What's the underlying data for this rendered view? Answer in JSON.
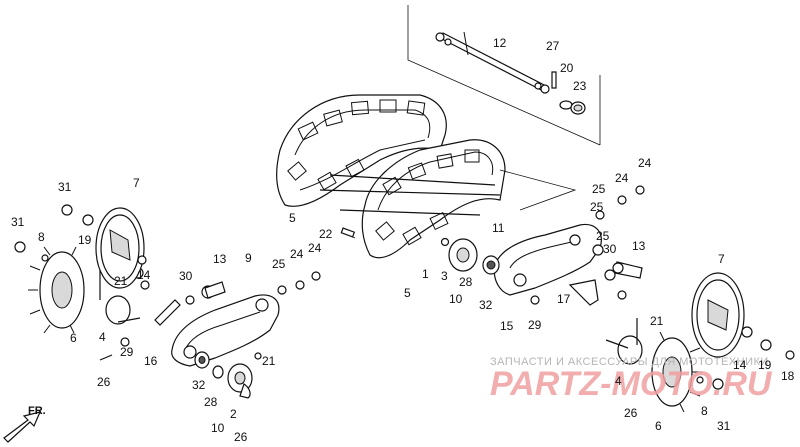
{
  "watermark": {
    "text": "ЗАПЧАСТИ И АКСЕССУАРЫ ДЛЯ МОТОТЕХНИКИ",
    "logo": "PARTZ-MOTO.RU"
  },
  "direction_label": "FR.",
  "callouts": [
    {
      "id": "c12",
      "text": "12"
    },
    {
      "id": "c27",
      "text": "27"
    },
    {
      "id": "c20",
      "text": "20"
    },
    {
      "id": "c23",
      "text": "23"
    },
    {
      "id": "c24a",
      "text": "24"
    },
    {
      "id": "c24b",
      "text": "24"
    },
    {
      "id": "c25a",
      "text": "25"
    },
    {
      "id": "c22",
      "text": "22"
    },
    {
      "id": "c11",
      "text": "11"
    },
    {
      "id": "c5a",
      "text": "5"
    },
    {
      "id": "c5b",
      "text": "5"
    },
    {
      "id": "c1",
      "text": "1"
    },
    {
      "id": "c3",
      "text": "3"
    },
    {
      "id": "c10a",
      "text": "10"
    },
    {
      "id": "c28a",
      "text": "28"
    },
    {
      "id": "c32a",
      "text": "32"
    },
    {
      "id": "c15",
      "text": "15"
    },
    {
      "id": "c29a",
      "text": "29"
    },
    {
      "id": "c17",
      "text": "17"
    },
    {
      "id": "c25b",
      "text": "25"
    },
    {
      "id": "c30a",
      "text": "30"
    },
    {
      "id": "c13a",
      "text": "13"
    },
    {
      "id": "c7a",
      "text": "7"
    },
    {
      "id": "c31a",
      "text": "31"
    },
    {
      "id": "c19a",
      "text": "19"
    },
    {
      "id": "c31b",
      "text": "31"
    },
    {
      "id": "c8a",
      "text": "8"
    },
    {
      "id": "c21a",
      "text": "21"
    },
    {
      "id": "c14a",
      "text": "14"
    },
    {
      "id": "c6a",
      "text": "6"
    },
    {
      "id": "c4a",
      "text": "4"
    },
    {
      "id": "c29b",
      "text": "29"
    },
    {
      "id": "c30b",
      "text": "30"
    },
    {
      "id": "c13b",
      "text": "13"
    },
    {
      "id": "c9",
      "text": "9"
    },
    {
      "id": "c25c",
      "text": "25"
    },
    {
      "id": "c24c",
      "text": "24"
    },
    {
      "id": "c24d",
      "text": "24"
    },
    {
      "id": "c16",
      "text": "16"
    },
    {
      "id": "c21b",
      "text": "21"
    },
    {
      "id": "c32b",
      "text": "32"
    },
    {
      "id": "c28b",
      "text": "28"
    },
    {
      "id": "c2",
      "text": "2"
    },
    {
      "id": "c10b",
      "text": "10"
    },
    {
      "id": "c26a",
      "text": "26"
    },
    {
      "id": "c26b",
      "text": "26"
    },
    {
      "id": "c21c",
      "text": "21"
    },
    {
      "id": "c7b",
      "text": "7"
    },
    {
      "id": "c14b",
      "text": "14"
    },
    {
      "id": "c19b",
      "text": "19"
    },
    {
      "id": "c18",
      "text": "18"
    },
    {
      "id": "c4b",
      "text": "4"
    },
    {
      "id": "c26c",
      "text": "26"
    },
    {
      "id": "c6b",
      "text": "6"
    },
    {
      "id": "c8b",
      "text": "8"
    },
    {
      "id": "c31c",
      "text": "31"
    },
    {
      "id": "c25d",
      "text": "25"
    }
  ]
}
